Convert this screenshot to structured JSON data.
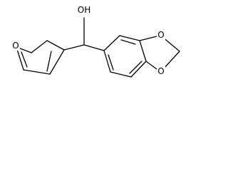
{
  "molecule": {
    "atom_labels": {
      "hydroxyl": "OH",
      "furan_oxygen": "O",
      "dioxole_oxygen_top": "O",
      "dioxole_oxygen_bottom": "O"
    }
  }
}
